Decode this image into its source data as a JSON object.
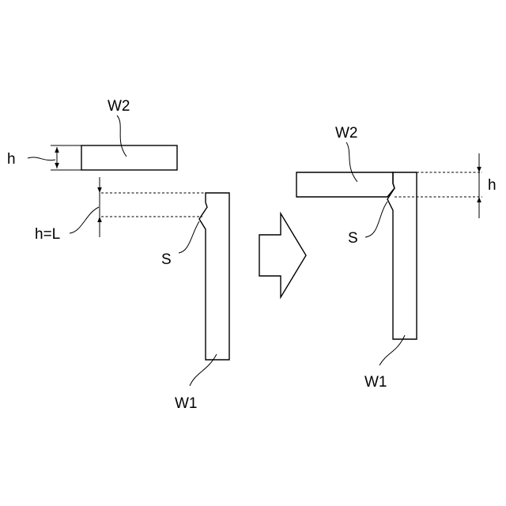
{
  "figure": {
    "before": {
      "part_top": "W2",
      "part_bottom": "W1",
      "thickness_label": "h",
      "gap_label": "h=L",
      "step_label": "S"
    },
    "after": {
      "part_top": "W2",
      "part_bottom": "W1",
      "thickness_label": "h",
      "step_label": "S"
    },
    "arrow_direction": "right"
  }
}
